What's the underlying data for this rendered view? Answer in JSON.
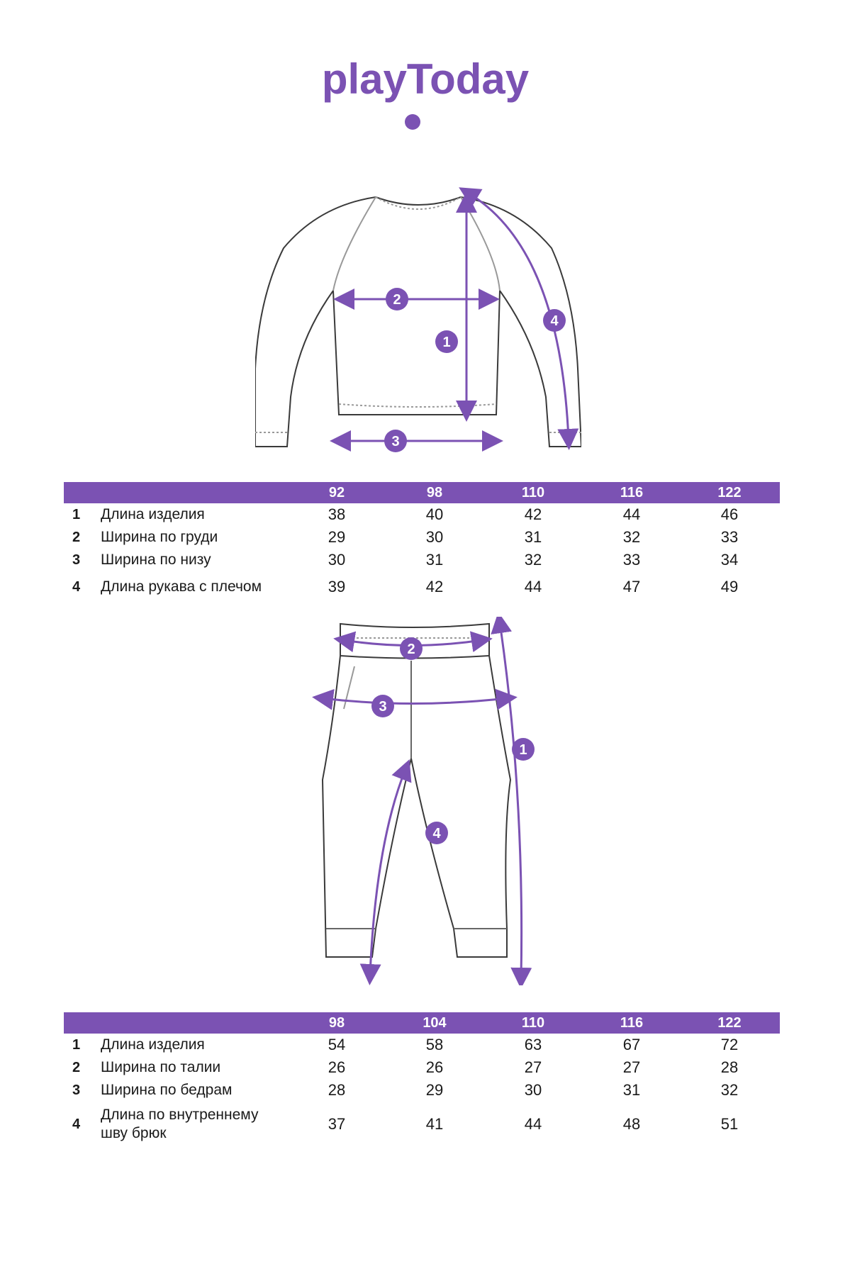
{
  "brand": {
    "logo_text": "playToday",
    "accent_color": "#7b52b3"
  },
  "top_sketch": {
    "markers": [
      "1",
      "2",
      "3",
      "4"
    ]
  },
  "top_table": {
    "sizes": [
      "92",
      "98",
      "110",
      "116",
      "122"
    ],
    "rows": [
      {
        "num": "1",
        "label": "Длина изделия",
        "values": [
          "38",
          "40",
          "42",
          "44",
          "46"
        ]
      },
      {
        "num": "2",
        "label": "Ширина по груди",
        "values": [
          "29",
          "30",
          "31",
          "32",
          "33"
        ]
      },
      {
        "num": "3",
        "label": "Ширина по низу",
        "values": [
          "30",
          "31",
          "32",
          "33",
          "34"
        ]
      },
      {
        "num": "4",
        "label": "Длина рукава с плечом",
        "values": [
          "39",
          "42",
          "44",
          "47",
          "49"
        ]
      }
    ]
  },
  "bottom_sketch": {
    "markers": [
      "2",
      "3",
      "1",
      "4"
    ]
  },
  "bottom_table": {
    "sizes": [
      "98",
      "104",
      "110",
      "116",
      "122"
    ],
    "rows": [
      {
        "num": "1",
        "label": "Длина изделия",
        "values": [
          "54",
          "58",
          "63",
          "67",
          "72"
        ]
      },
      {
        "num": "2",
        "label": "Ширина по талии",
        "values": [
          "26",
          "26",
          "27",
          "27",
          "28"
        ]
      },
      {
        "num": "3",
        "label": "Ширина по бедрам",
        "values": [
          "28",
          "29",
          "30",
          "31",
          "32"
        ]
      },
      {
        "num": "4",
        "label": "Длина по внутреннему шву брюк",
        "values": [
          "37",
          "41",
          "44",
          "48",
          "51"
        ]
      }
    ]
  }
}
